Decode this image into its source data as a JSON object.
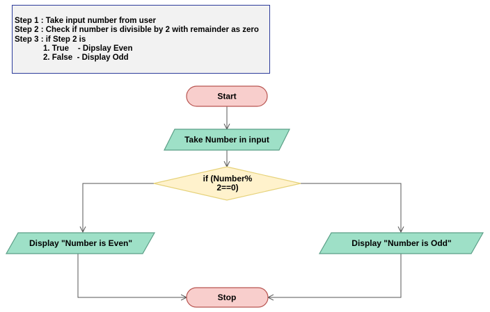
{
  "note": {
    "lines": [
      "Step 1 : Take input number from user",
      "Step 2 : Check if number is divisible by 2 with remainder as zero",
      "Step 3 : if Step 2 is",
      "1. True    - Dipslay Even",
      "2. False  - Display Odd"
    ]
  },
  "flowchart": {
    "start": "Start",
    "input": "Take Number in input",
    "decision_line1": "if (Number%",
    "decision_line2": "2==0)",
    "output_even": "Display \"Number is Even\"",
    "output_odd": "Display \"Number is Odd\"",
    "stop": "Stop"
  },
  "colors": {
    "terminator_fill": "#f8cecc",
    "terminator_stroke": "#b85450",
    "io_fill": "#9ee0c7",
    "io_stroke": "#5a9e86",
    "decision_fill": "#fff2cc",
    "decision_stroke": "#e6d27a",
    "connector": "#555555"
  }
}
